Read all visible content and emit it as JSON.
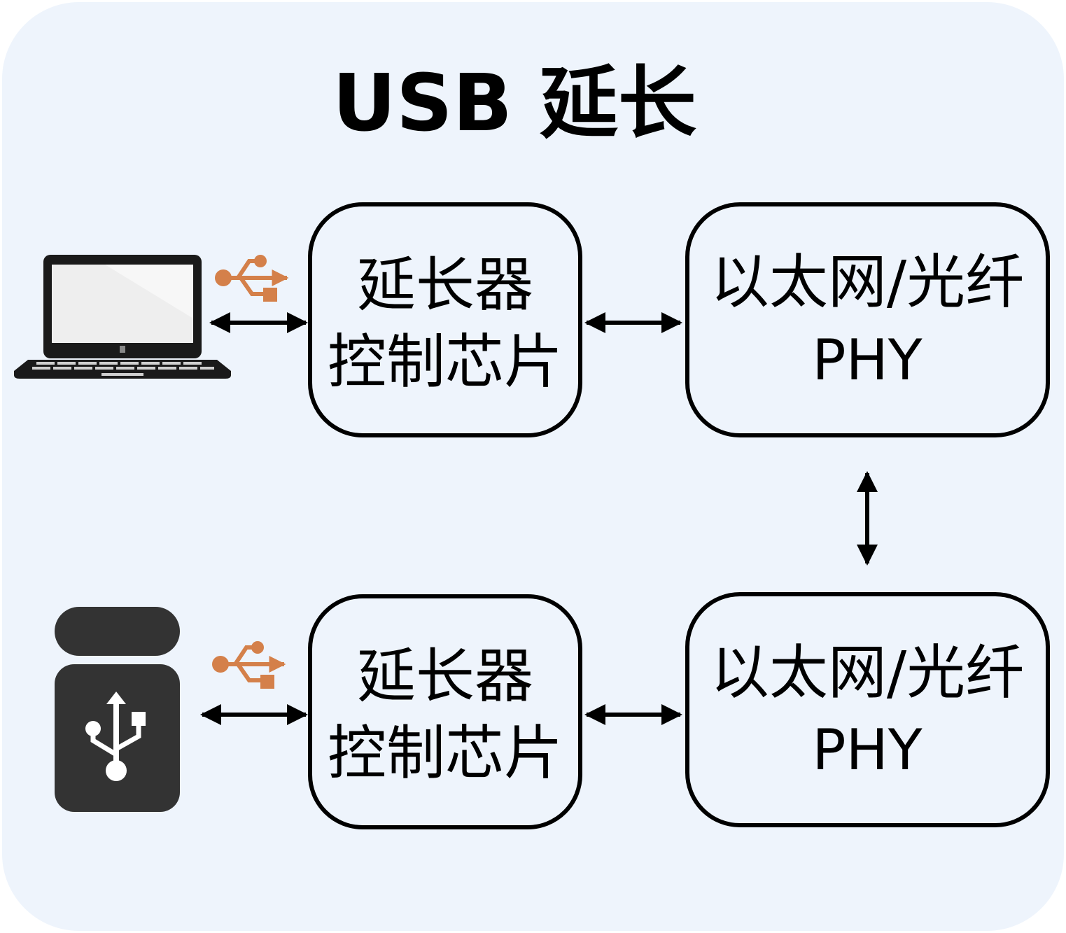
{
  "title": "USB 延长",
  "colors": {
    "background": "#eef4fc",
    "box_stroke": "#000000",
    "arrow": "#000000",
    "usb_icon": "#d4804a",
    "device_dark": "#333333"
  },
  "top_row": {
    "host_icon": "laptop-icon",
    "usb_symbol_icon": "usb-symbol-icon",
    "controller_box": {
      "line1": "延长器",
      "line2": "控制芯片"
    },
    "phy_box": {
      "line1": "以太网/光纤",
      "line2": "PHY"
    }
  },
  "bottom_row": {
    "device_icon": "usb-drive-icon",
    "usb_symbol_icon": "usb-symbol-icon",
    "controller_box": {
      "line1": "延长器",
      "line2": "控制芯片"
    },
    "phy_box": {
      "line1": "以太网/光纤",
      "line2": "PHY"
    }
  }
}
